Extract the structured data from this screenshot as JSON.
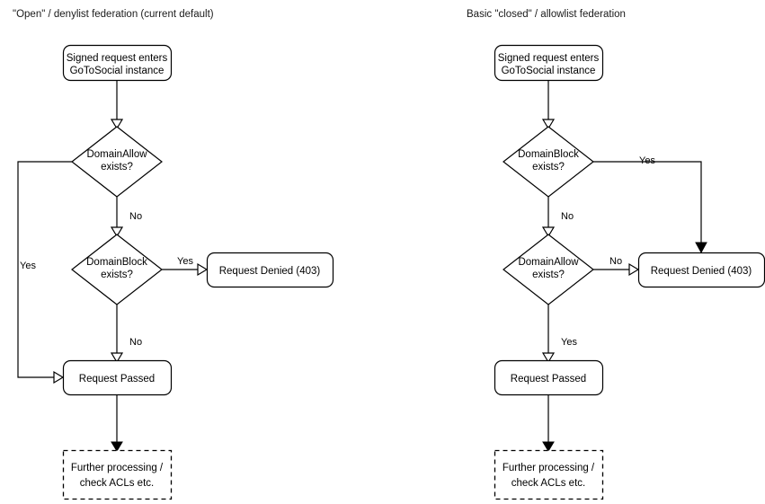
{
  "diagram": {
    "type": "flowchart",
    "background": "#ffffff",
    "stroke_color": "#000000",
    "text_color": "#000000",
    "panels": [
      {
        "id": "left",
        "title": "\"Open\" / denylist federation (current default)",
        "nodes": [
          {
            "id": "start-l",
            "shape": "rounded-rect",
            "line1": "Signed request enters",
            "line2": "GoToSocial instance"
          },
          {
            "id": "decision-l1",
            "shape": "diamond",
            "line1": "DomainAllow",
            "line2": "exists?"
          },
          {
            "id": "decision-l2",
            "shape": "diamond",
            "line1": "DomainBlock",
            "line2": "exists?"
          },
          {
            "id": "denied-l",
            "shape": "rounded-rect",
            "line1": "Request Denied (403)",
            "line2": ""
          },
          {
            "id": "passed-l",
            "shape": "rounded-rect",
            "line1": "Request Passed",
            "line2": ""
          },
          {
            "id": "further-l",
            "shape": "dashed-rect",
            "line1": "Further processing /",
            "line2": "check ACLs etc."
          }
        ],
        "edges": [
          {
            "from": "start-l",
            "to": "decision-l1",
            "label": "",
            "arrow": "open"
          },
          {
            "from": "decision-l1",
            "to": "passed-l",
            "label": "Yes",
            "arrow": "open"
          },
          {
            "from": "decision-l1",
            "to": "decision-l2",
            "label": "No",
            "arrow": "open"
          },
          {
            "from": "decision-l2",
            "to": "denied-l",
            "label": "Yes",
            "arrow": "open"
          },
          {
            "from": "decision-l2",
            "to": "passed-l",
            "label": "No",
            "arrow": "open"
          },
          {
            "from": "passed-l",
            "to": "further-l",
            "label": "",
            "arrow": "filled"
          }
        ]
      },
      {
        "id": "right",
        "title": "Basic \"closed\" / allowlist federation",
        "nodes": [
          {
            "id": "start-r",
            "shape": "rounded-rect",
            "line1": "Signed request enters",
            "line2": "GoToSocial instance"
          },
          {
            "id": "decision-r1",
            "shape": "diamond",
            "line1": "DomainBlock",
            "line2": "exists?"
          },
          {
            "id": "decision-r2",
            "shape": "diamond",
            "line1": "DomainAllow",
            "line2": "exists?"
          },
          {
            "id": "denied-r",
            "shape": "rounded-rect",
            "line1": "Request Denied (403)",
            "line2": ""
          },
          {
            "id": "passed-r",
            "shape": "rounded-rect",
            "line1": "Request Passed",
            "line2": ""
          },
          {
            "id": "further-r",
            "shape": "dashed-rect",
            "line1": "Further processing /",
            "line2": "check ACLs etc."
          }
        ],
        "edges": [
          {
            "from": "start-r",
            "to": "decision-r1",
            "label": "",
            "arrow": "open"
          },
          {
            "from": "decision-r1",
            "to": "denied-r",
            "label": "Yes",
            "arrow": "filled"
          },
          {
            "from": "decision-r1",
            "to": "decision-r2",
            "label": "No",
            "arrow": "open"
          },
          {
            "from": "decision-r2",
            "to": "denied-r",
            "label": "No",
            "arrow": "open"
          },
          {
            "from": "decision-r2",
            "to": "passed-r",
            "label": "Yes",
            "arrow": "open"
          },
          {
            "from": "passed-r",
            "to": "further-r",
            "label": "",
            "arrow": "filled"
          }
        ]
      }
    ]
  }
}
